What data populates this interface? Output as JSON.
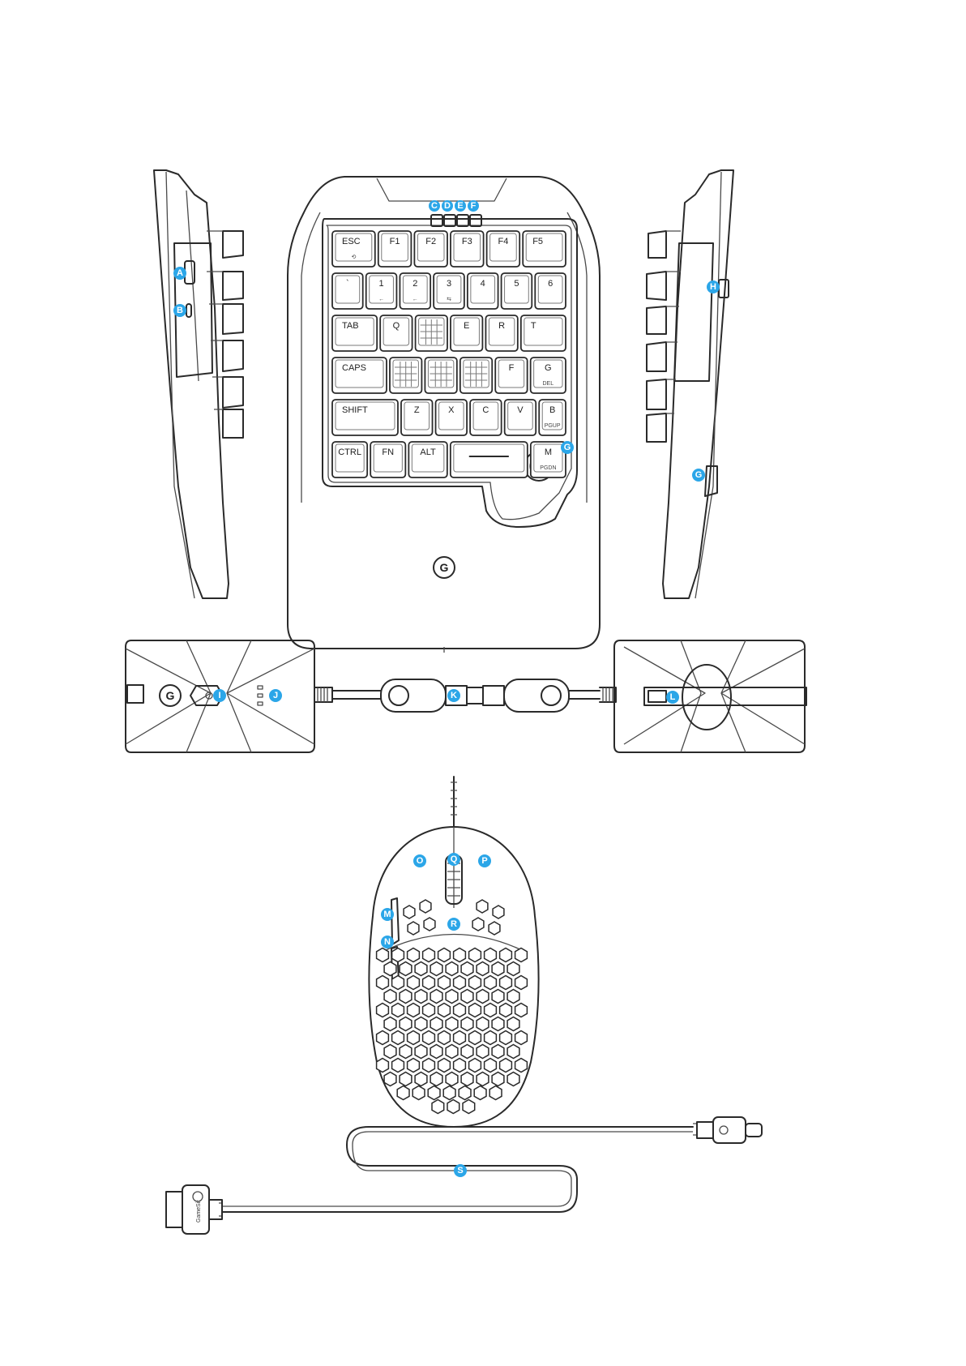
{
  "keyboard": {
    "rows": [
      [
        {
          "label": "ESC",
          "sub": "⟲",
          "w": 1.3
        },
        {
          "label": "F1",
          "sub": "",
          "w": 1
        },
        {
          "label": "F2",
          "sub": "",
          "w": 1
        },
        {
          "label": "F3",
          "sub": "",
          "w": 1
        },
        {
          "label": "F4",
          "sub": "",
          "w": 1
        },
        {
          "label": "F5",
          "sub": "",
          "w": 1.3
        }
      ],
      [
        {
          "label": "`",
          "sub": "",
          "w": 1
        },
        {
          "label": "1",
          "sub": "←",
          "w": 1
        },
        {
          "label": "2",
          "sub": "←",
          "w": 1
        },
        {
          "label": "3",
          "sub": "⇆",
          "w": 1
        },
        {
          "label": "4",
          "sub": "",
          "w": 1
        },
        {
          "label": "5",
          "sub": "",
          "w": 1
        },
        {
          "label": "6",
          "sub": "",
          "w": 1
        }
      ],
      [
        {
          "label": "TAB",
          "sub": "",
          "w": 1.4
        },
        {
          "label": "Q",
          "sub": "",
          "w": 1
        },
        {
          "label": "",
          "sub": "",
          "w": 1
        },
        {
          "label": "E",
          "sub": "",
          "w": 1
        },
        {
          "label": "R",
          "sub": "",
          "w": 1
        },
        {
          "label": "T",
          "sub": "",
          "w": 1.4
        }
      ],
      [
        {
          "label": "CAPS",
          "sub": "",
          "w": 1.7
        },
        {
          "label": "",
          "sub": "",
          "w": 1
        },
        {
          "label": "",
          "sub": "",
          "w": 1
        },
        {
          "label": "",
          "sub": "",
          "w": 1
        },
        {
          "label": "F",
          "sub": "",
          "w": 1
        },
        {
          "label": "G",
          "sub": "DEL",
          "w": 1.1
        }
      ],
      [
        {
          "label": "SHIFT",
          "sub": "",
          "w": 2.1
        },
        {
          "label": "Z",
          "sub": "",
          "w": 1
        },
        {
          "label": "X",
          "sub": "",
          "w": 1
        },
        {
          "label": "C",
          "sub": "",
          "w": 1
        },
        {
          "label": "V",
          "sub": "",
          "w": 1
        },
        {
          "label": "B",
          "sub": "PGUP",
          "w": 0.85
        }
      ],
      [
        {
          "label": "CTRL",
          "sub": "",
          "w": 1
        },
        {
          "label": "FN",
          "sub": "",
          "w": 1
        },
        {
          "label": "ALT",
          "sub": "",
          "w": 1.1
        },
        {
          "label": "",
          "sub": "",
          "w": 2.2
        },
        {
          "label": "M",
          "sub": "PGDN",
          "w": 1
        }
      ]
    ]
  },
  "logo_mark": "G",
  "callouts": {
    "A": "A",
    "B": "B",
    "C": "C",
    "D": "D",
    "E": "E",
    "F": "F",
    "G": "G",
    "H": "H",
    "I": "I",
    "J": "J",
    "K": "K",
    "L": "L",
    "M": "M",
    "N": "N",
    "O": "O",
    "P": "P",
    "Q": "Q",
    "R": "R",
    "S": "S"
  },
  "brand_text": "GameSir",
  "colors": {
    "callout": "#2ba6e8",
    "line": "#2a2a2a"
  }
}
